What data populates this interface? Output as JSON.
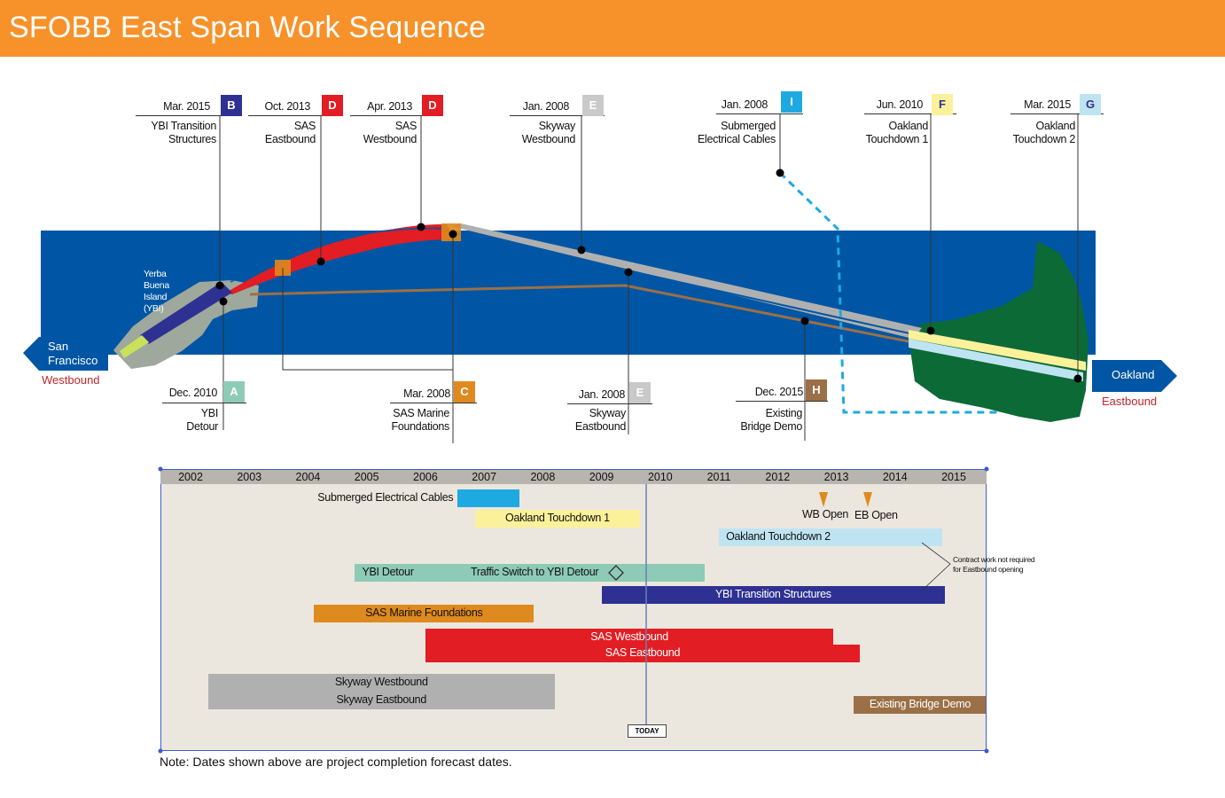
{
  "title": "SFOBB East Span Work Sequence",
  "colors": {
    "title_bg": "#f7922a",
    "water": "#0056a4",
    "land_ybi": "#9ea89c",
    "land_oakland": "#0c6a36",
    "sas_red": "#e21d24",
    "skyway_gray": "#b0b0b0",
    "detour_teal": "#8dcbb6",
    "ybi_navy": "#2e3192",
    "marine_orange": "#df8a1e",
    "oakland_yellow": "#fbf19a",
    "oakland_blue": "#bfe4f1",
    "cables_cyan": "#1fa9e1",
    "demo_brown": "#9b7046"
  },
  "callouts_top": [
    {
      "date": "Mar. 2015",
      "letter": "B",
      "line1": "YBI Transition",
      "line2": "Structures",
      "color": "#2e3192"
    },
    {
      "date": "Oct. 2013",
      "letter": "D",
      "line1": "SAS",
      "line2": "Eastbound",
      "color": "#e21d24"
    },
    {
      "date": "Apr. 2013",
      "letter": "D",
      "line1": "SAS",
      "line2": "Westbound",
      "color": "#e21d24"
    },
    {
      "date": "Jan. 2008",
      "letter": "E",
      "line1": "Skyway",
      "line2": "Westbound",
      "color": "#c9c9c9"
    },
    {
      "date": "Jan. 2008",
      "letter": "I",
      "line1": "Submerged",
      "line2": "Electrical Cables",
      "color": "#1fa9e1"
    },
    {
      "date": "Jun. 2010",
      "letter": "F",
      "line1": "Oakland",
      "line2": "Touchdown 1",
      "color": "#fbf19a"
    },
    {
      "date": "Mar. 2015",
      "letter": "G",
      "line1": "Oakland",
      "line2": "Touchdown 2",
      "color": "#bfe4f1"
    }
  ],
  "callouts_bottom": [
    {
      "date": "Dec. 2010",
      "letter": "A",
      "line1": "YBI",
      "line2": "Detour",
      "color": "#8dcbb6"
    },
    {
      "date": "Mar. 2008",
      "letter": "C",
      "line1": "SAS Marine",
      "line2": "Foundations",
      "color": "#df8a1e"
    },
    {
      "date": "Jan. 2008",
      "letter": "E",
      "line1": "Skyway",
      "line2": "Eastbound",
      "color": "#c9c9c9"
    },
    {
      "date": "Dec. 2015",
      "letter": "H",
      "line1": "Existing",
      "line2": "Bridge Demo",
      "color": "#9b7046"
    }
  ],
  "map_labels": {
    "yerba": [
      "Yerba",
      "Buena",
      "Island",
      "(YBI)"
    ],
    "sf_line1": "San",
    "sf_line2": "Francisco",
    "westbound": "Westbound",
    "oakland": "Oakland",
    "eastbound": "Eastbound"
  },
  "timeline": {
    "years": [
      "2002",
      "2003",
      "2004",
      "2005",
      "2006",
      "2007",
      "2008",
      "2009",
      "2010",
      "2011",
      "2012",
      "2013",
      "2014",
      "2015"
    ],
    "bars": [
      {
        "label": "Submerged Electrical Cables",
        "start": 2006.55,
        "end": 2007.6,
        "color": "#1fa9e1",
        "label_outside": true
      },
      {
        "label": "Oakland Touchdown 1",
        "start": 2006.85,
        "end": 2009.65,
        "color": "#fbf19a"
      },
      {
        "label": "Oakland Touchdown 2",
        "start": 2011.0,
        "end": 2014.8,
        "color": "#bfe4f1"
      },
      {
        "label": "YBI Detour",
        "start": 2004.8,
        "end": 2010.75,
        "color": "#8dcbb6"
      },
      {
        "label": "YBI Transition Structures",
        "start": 2009.0,
        "end": 2014.85,
        "color": "#2e3192"
      },
      {
        "label": "SAS Marine Foundations",
        "start": 2004.1,
        "end": 2007.85,
        "color": "#df8a1e"
      },
      {
        "label": "SAS Westbound",
        "start": 2006.0,
        "end": 2012.95,
        "color": "#e21d24"
      },
      {
        "label": "SAS Eastbound",
        "start": 2006.0,
        "end": 2013.4,
        "color": "#e21d24"
      },
      {
        "label": "Skyway Westbound",
        "start": 2002.3,
        "end": 2008.2,
        "color": "#b0b0b0"
      },
      {
        "label": "Skyway Eastbound",
        "start": 2002.3,
        "end": 2008.2,
        "color": "#b0b0b0"
      },
      {
        "label": "Existing Bridge Demo",
        "start": 2013.3,
        "end": 2015.55,
        "color": "#9b7046"
      }
    ],
    "milestone_switch": "Traffic Switch to YBI Detour",
    "wb_open": "WB Open",
    "eb_open": "EB Open",
    "contract_note_1": "Contract work not required",
    "contract_note_2": "for Eastbound opening",
    "today_label": "TODAY"
  },
  "note": "Note: Dates shown above are project completion forecast dates."
}
